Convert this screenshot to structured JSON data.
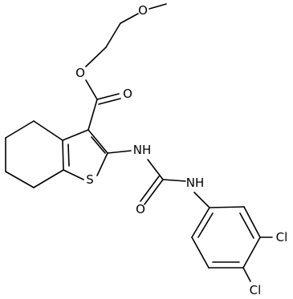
{
  "molecule": {
    "atom_labels": {
      "ether_oxygen": "O",
      "ester_oxygen": "O",
      "carbonyl_oxygen": "O",
      "ring_sulfur": "S",
      "amide_nh_thiophene": "NH",
      "urea_oxygen": "O",
      "amide_nh_aryl": "NH",
      "chlorine_3": "Cl",
      "chlorine_4": "Cl"
    },
    "colors": {
      "bond": "#000000",
      "label": "#000000",
      "background": "#ffffff"
    }
  }
}
